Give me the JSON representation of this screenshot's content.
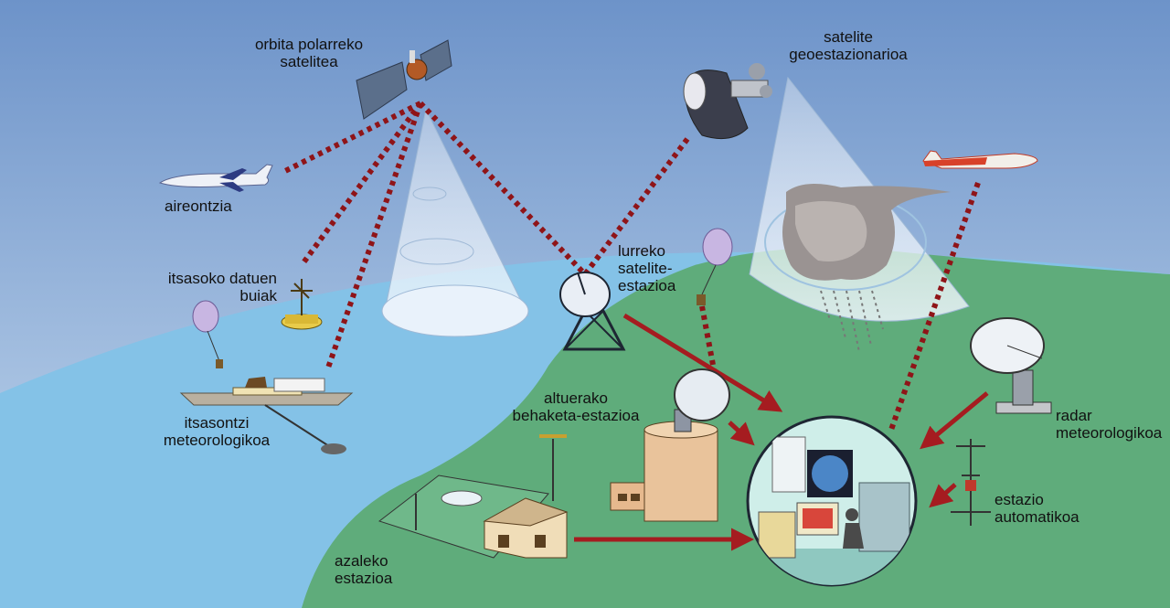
{
  "labels": {
    "polar_satellite": "orbita polarreko\nsatelitea",
    "geo_satellite": "satelite\ngeoestazionarioa",
    "aircraft": "aireontzia",
    "buoys": "itsasoko datuen\nbuiak",
    "ground_station": "lurreko\nsatelite-\nestazioa",
    "ship": "itsasontzi\nmeteorologikoa",
    "upper_air": "altuerako\nbehaketa-estazioa",
    "radar": "radar\nmeteorologikoa",
    "auto_station": "estazio\nautomatikoa",
    "surface_station": "azaleko\nestazioa"
  },
  "colors": {
    "sky_top": "#6d93c9",
    "sky_bottom": "#c4d8ee",
    "sea": "#84c2e7",
    "land": "#5fac7b",
    "dotted_link": "#8f1418",
    "arrow": "#a51c20",
    "cone": "#dce9f7"
  }
}
